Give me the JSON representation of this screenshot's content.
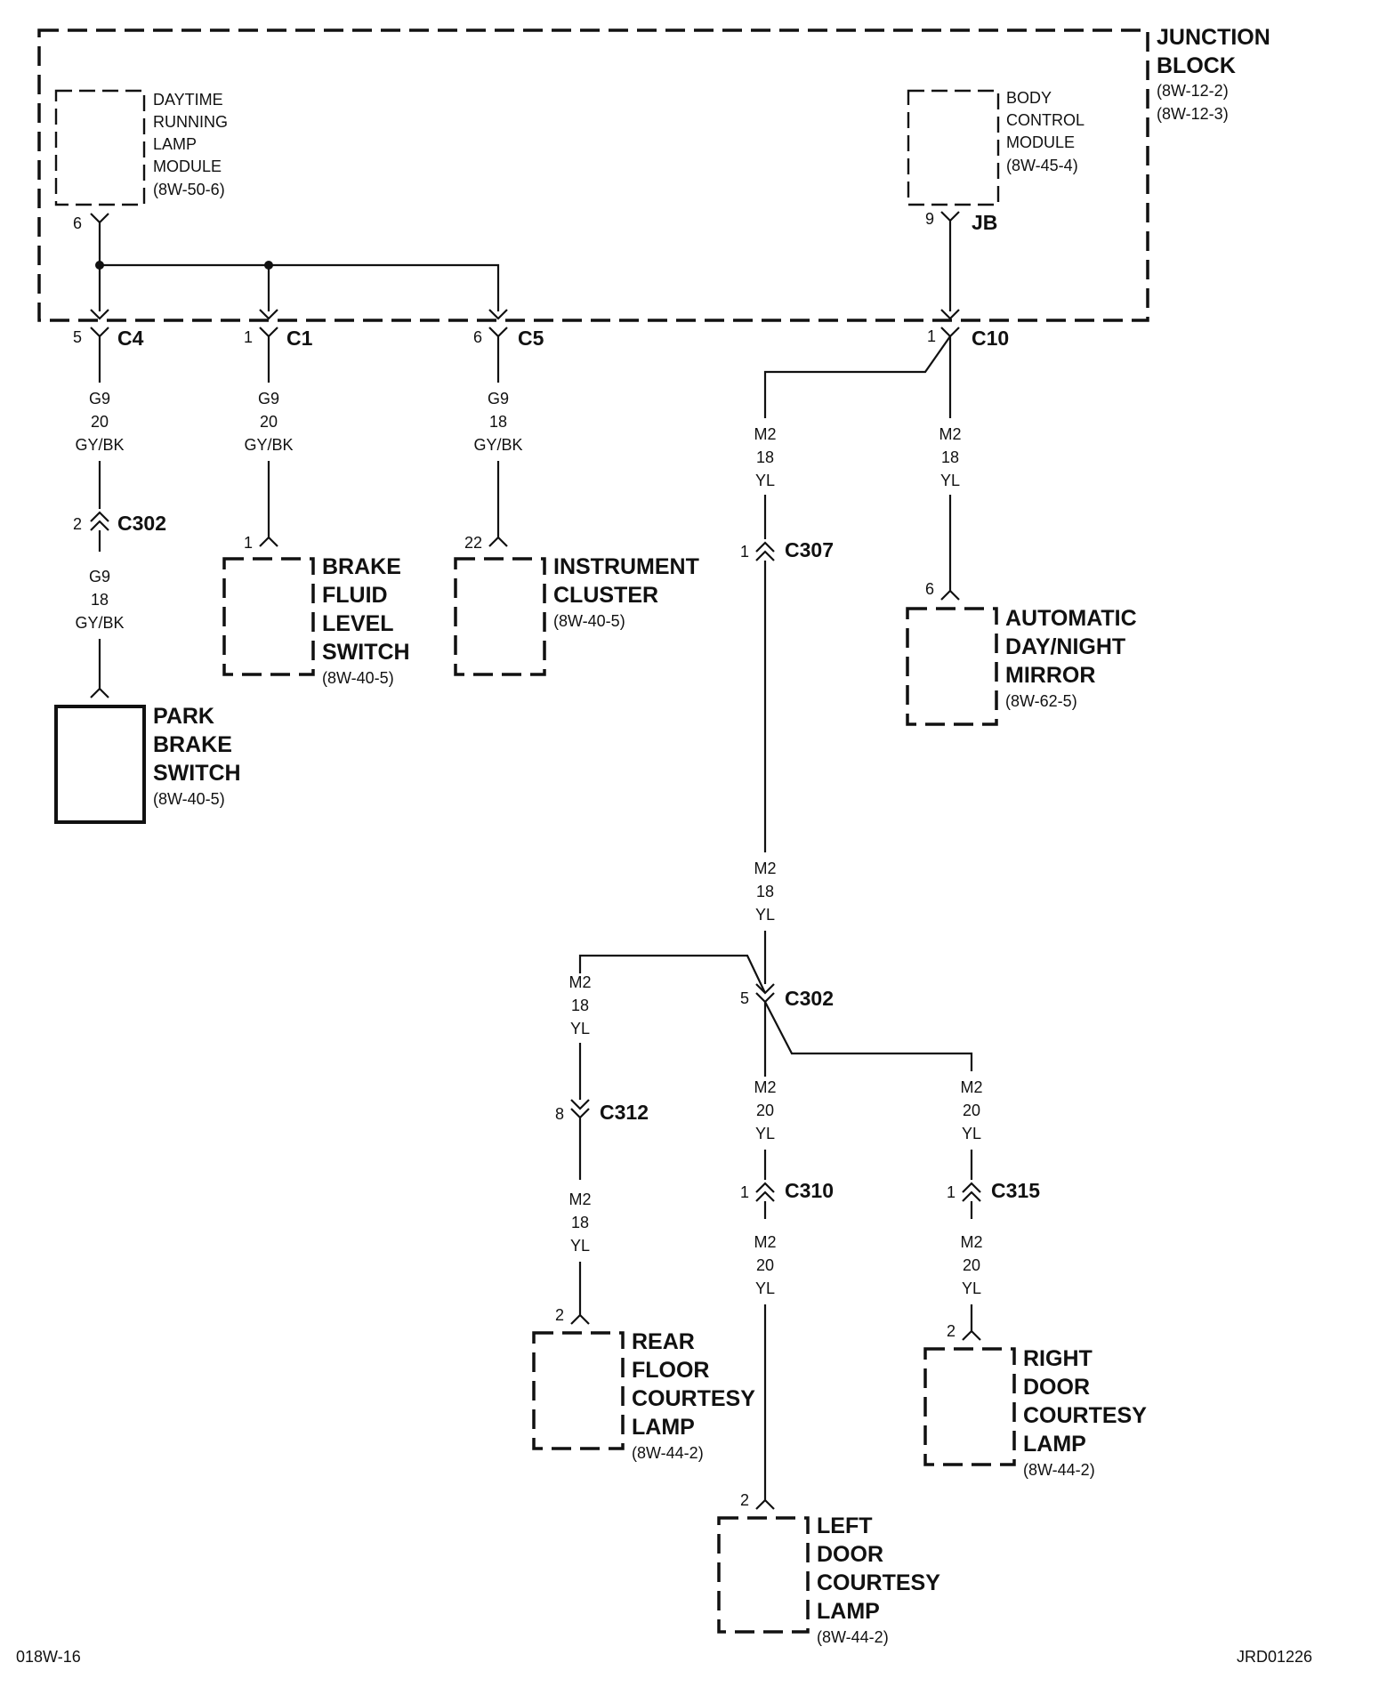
{
  "junction_block": {
    "name_line1": "JUNCTION",
    "name_line2": "BLOCK",
    "ref1": "(8W-12-2)",
    "ref2": "(8W-12-3)"
  },
  "drl_module": {
    "lines": [
      "DAYTIME",
      "RUNNING",
      "LAMP",
      "MODULE"
    ],
    "ref": "(8W-50-6)",
    "pin": "6"
  },
  "bcm": {
    "lines": [
      "BODY",
      "CONTROL",
      "MODULE"
    ],
    "ref": "(8W-45-4)",
    "pin": "9",
    "conn": "JB"
  },
  "connectors": {
    "c4": {
      "pin": "5",
      "name": "C4"
    },
    "c1": {
      "pin": "1",
      "name": "C1"
    },
    "c5": {
      "pin": "6",
      "name": "C5"
    },
    "c10": {
      "pin": "1",
      "name": "C10"
    },
    "c302_left": {
      "pin": "2",
      "name": "C302"
    },
    "c307": {
      "pin": "1",
      "name": "C307"
    },
    "c302_main": {
      "pin": "5",
      "name": "C302"
    },
    "c312": {
      "pin": "8",
      "name": "C312"
    },
    "c310": {
      "pin": "1",
      "name": "C310"
    },
    "c315": {
      "pin": "1",
      "name": "C315"
    }
  },
  "wires": {
    "c4_out": [
      "G9",
      "20",
      "GY/BK"
    ],
    "c302_out": [
      "G9",
      "18",
      "GY/BK"
    ],
    "c1_out": [
      "G9",
      "20",
      "GY/BK"
    ],
    "c5_out": [
      "G9",
      "18",
      "GY/BK"
    ],
    "c10_left": [
      "M2",
      "18",
      "YL"
    ],
    "c10_right": [
      "M2",
      "18",
      "YL"
    ],
    "c307_out": [
      "M2",
      "18",
      "YL"
    ],
    "rear_in": [
      "M2",
      "18",
      "YL"
    ],
    "c312_out": [
      "M2",
      "18",
      "YL"
    ],
    "c302_mid": [
      "M2",
      "20",
      "YL"
    ],
    "c310_out": [
      "M2",
      "20",
      "YL"
    ],
    "c302_right": [
      "M2",
      "20",
      "YL"
    ],
    "c315_out": [
      "M2",
      "20",
      "YL"
    ]
  },
  "components": {
    "park_brake": {
      "lines": [
        "PARK",
        "BRAKE",
        "SWITCH"
      ],
      "ref": "(8W-40-5)"
    },
    "brake_fluid": {
      "lines": [
        "BRAKE",
        "FLUID",
        "LEVEL",
        "SWITCH"
      ],
      "ref": "(8W-40-5)",
      "pin": "1"
    },
    "cluster": {
      "lines": [
        "INSTRUMENT",
        "CLUSTER"
      ],
      "ref": "(8W-40-5)",
      "pin": "22"
    },
    "mirror": {
      "lines": [
        "AUTOMATIC",
        "DAY/NIGHT",
        "MIRROR"
      ],
      "ref": "(8W-62-5)",
      "pin": "6"
    },
    "rear_floor": {
      "lines": [
        "REAR",
        "FLOOR",
        "COURTESY",
        "LAMP"
      ],
      "ref": "(8W-44-2)",
      "pin": "2"
    },
    "left_door": {
      "lines": [
        "LEFT",
        "DOOR",
        "COURTESY",
        "LAMP"
      ],
      "ref": "(8W-44-2)",
      "pin": "2"
    },
    "right_door": {
      "lines": [
        "RIGHT",
        "DOOR",
        "COURTESY",
        "LAMP"
      ],
      "ref": "(8W-44-2)",
      "pin": "2"
    }
  },
  "footer": {
    "left": "018W-16",
    "right": "JRD01226"
  }
}
